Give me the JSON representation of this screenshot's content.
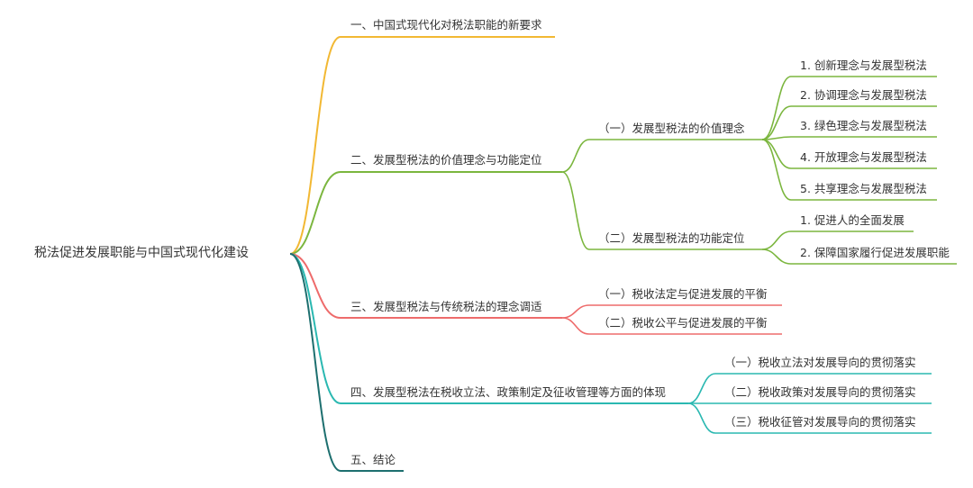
{
  "root": "税法促进发展职能与中国式现代化建设",
  "colors": {
    "branch1": "#f2b833",
    "branch2": "#7bb63e",
    "branch3": "#ee6b6b",
    "branch4": "#2ab8b1",
    "branch5": "#1d6f6f"
  },
  "branches": [
    {
      "label": "一、中国式现代化对税法职能的新要求",
      "children": []
    },
    {
      "label": "二、发展型税法的价值理念与功能定位",
      "children": [
        {
          "label": "（一）发展型税法的价值理念",
          "children": [
            "1. 创新理念与发展型税法",
            "2. 协调理念与发展型税法",
            "3. 绿色理念与发展型税法",
            "4. 开放理念与发展型税法",
            "5. 共享理念与发展型税法"
          ]
        },
        {
          "label": "（二）发展型税法的功能定位",
          "children": [
            "1. 促进人的全面发展",
            "2. 保障国家履行促进发展职能"
          ]
        }
      ]
    },
    {
      "label": "三、发展型税法与传统税法的理念调适",
      "children": [
        {
          "label": "（一）税收法定与促进发展的平衡",
          "children": []
        },
        {
          "label": "（二）税收公平与促进发展的平衡",
          "children": []
        }
      ]
    },
    {
      "label": "四、发展型税法在税收立法、政策制定及征收管理等方面的体现",
      "children": [
        {
          "label": "（一）税收立法对发展导向的贯彻落实",
          "children": []
        },
        {
          "label": "（二）税收政策对发展导向的贯彻落实",
          "children": []
        },
        {
          "label": "（三）税收征管对发展导向的贯彻落实",
          "children": []
        }
      ]
    },
    {
      "label": "五、结论",
      "children": []
    }
  ]
}
